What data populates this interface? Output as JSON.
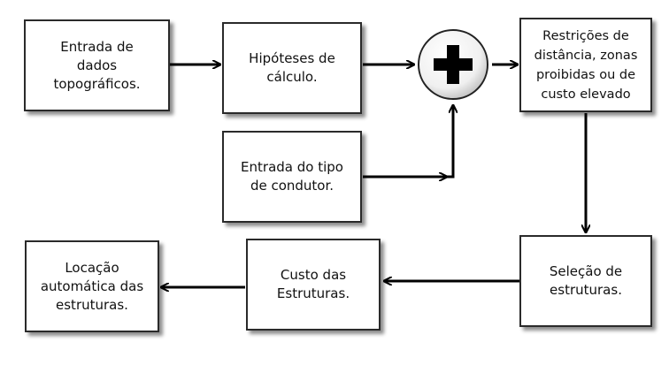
{
  "diagram": {
    "nodes": {
      "topo_input": {
        "label": "Entrada de\ndados\ntopográficos."
      },
      "hypotheses": {
        "label": "Hipóteses de\ncálculo."
      },
      "conductor_input": {
        "label": "Entrada do tipo\nde condutor."
      },
      "sum": {
        "symbol": "plus"
      },
      "restrictions": {
        "label": "Restrições de\ndistância, zonas\nproibidas ou de\ncusto elevado"
      },
      "structure_selection": {
        "label": "Seleção de\nestruturas."
      },
      "structure_cost": {
        "label": "Custo das\nEstruturas."
      },
      "auto_location": {
        "label": "Locação\nautomática das\nestruturas."
      }
    },
    "edges": [
      {
        "from": "topo_input",
        "to": "hypotheses"
      },
      {
        "from": "hypotheses",
        "to": "sum"
      },
      {
        "from": "conductor_input",
        "to": "sum"
      },
      {
        "from": "sum",
        "to": "restrictions"
      },
      {
        "from": "restrictions",
        "to": "structure_selection"
      },
      {
        "from": "structure_selection",
        "to": "structure_cost"
      },
      {
        "from": "structure_cost",
        "to": "auto_location"
      }
    ]
  }
}
